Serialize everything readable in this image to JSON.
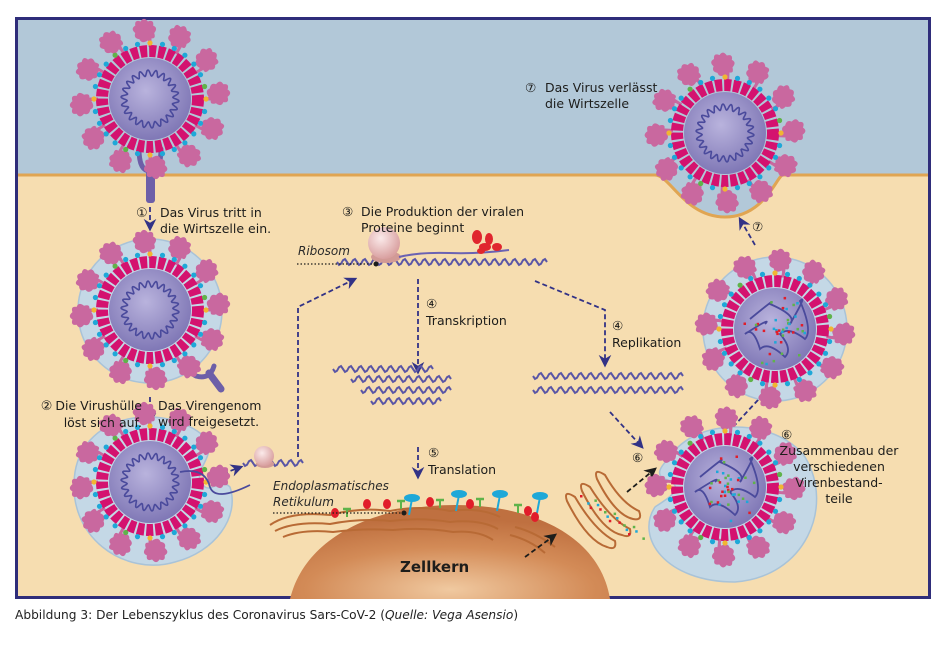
{
  "figure": {
    "title": "Lebenszyklus des Coronavirus Sars-CoV-2",
    "colors": {
      "frame": "#2f2d7a",
      "extracellular": "#b2c8d8",
      "cytoplasm": "#f6ddb0",
      "membrane": "#e0a552",
      "virus_core": "#8d86bf",
      "virus_shell": "#d4126f",
      "spike": "#c9689f",
      "envelope": "#c4d8e6",
      "rna": "#4a4a9c",
      "arrow": "#323286",
      "nucleus": "#c77a45",
      "er": "#b86a35",
      "protein_red": "#e11d2a",
      "protein_green": "#5fb34a",
      "protein_blue": "#1ea8d8",
      "ribosome": "#e8b4b0"
    },
    "steps": [
      {
        "num": "①",
        "text": "Das Virus tritt in\ndie Wirtszelle ein."
      },
      {
        "num": "②",
        "text": "Die Virushülle\nlöst sich auf."
      },
      {
        "num": "",
        "text": "Das Virengenom\nwird freigesetzt."
      },
      {
        "num": "③",
        "text": "Die Produktion der viralen\nProteine beginnt"
      },
      {
        "num": "④",
        "text": "Transkription"
      },
      {
        "num": "④",
        "text": "Replikation"
      },
      {
        "num": "⑤",
        "text": "Translation"
      },
      {
        "num": "⑥",
        "text": "Zusammenbau der\nverschiedenen\nVirenbestand-\nteile"
      },
      {
        "num": "⑦",
        "text": "Das Virus verlässt\ndie Wirtszelle"
      }
    ],
    "markers": {
      "six_mid": "⑥",
      "seven_mid": "⑦"
    },
    "labels": {
      "ribosome": "Ribosom",
      "er": "Endoplasmatisches\nRetikulum",
      "nucleus": "Zellkern"
    }
  },
  "caption": {
    "prefix": "Abbildung 3: Der Lebenszyklus des Coronavirus Sars-CoV-2 (",
    "source_label": "Quelle: Vega Asensio",
    "suffix": ")"
  }
}
